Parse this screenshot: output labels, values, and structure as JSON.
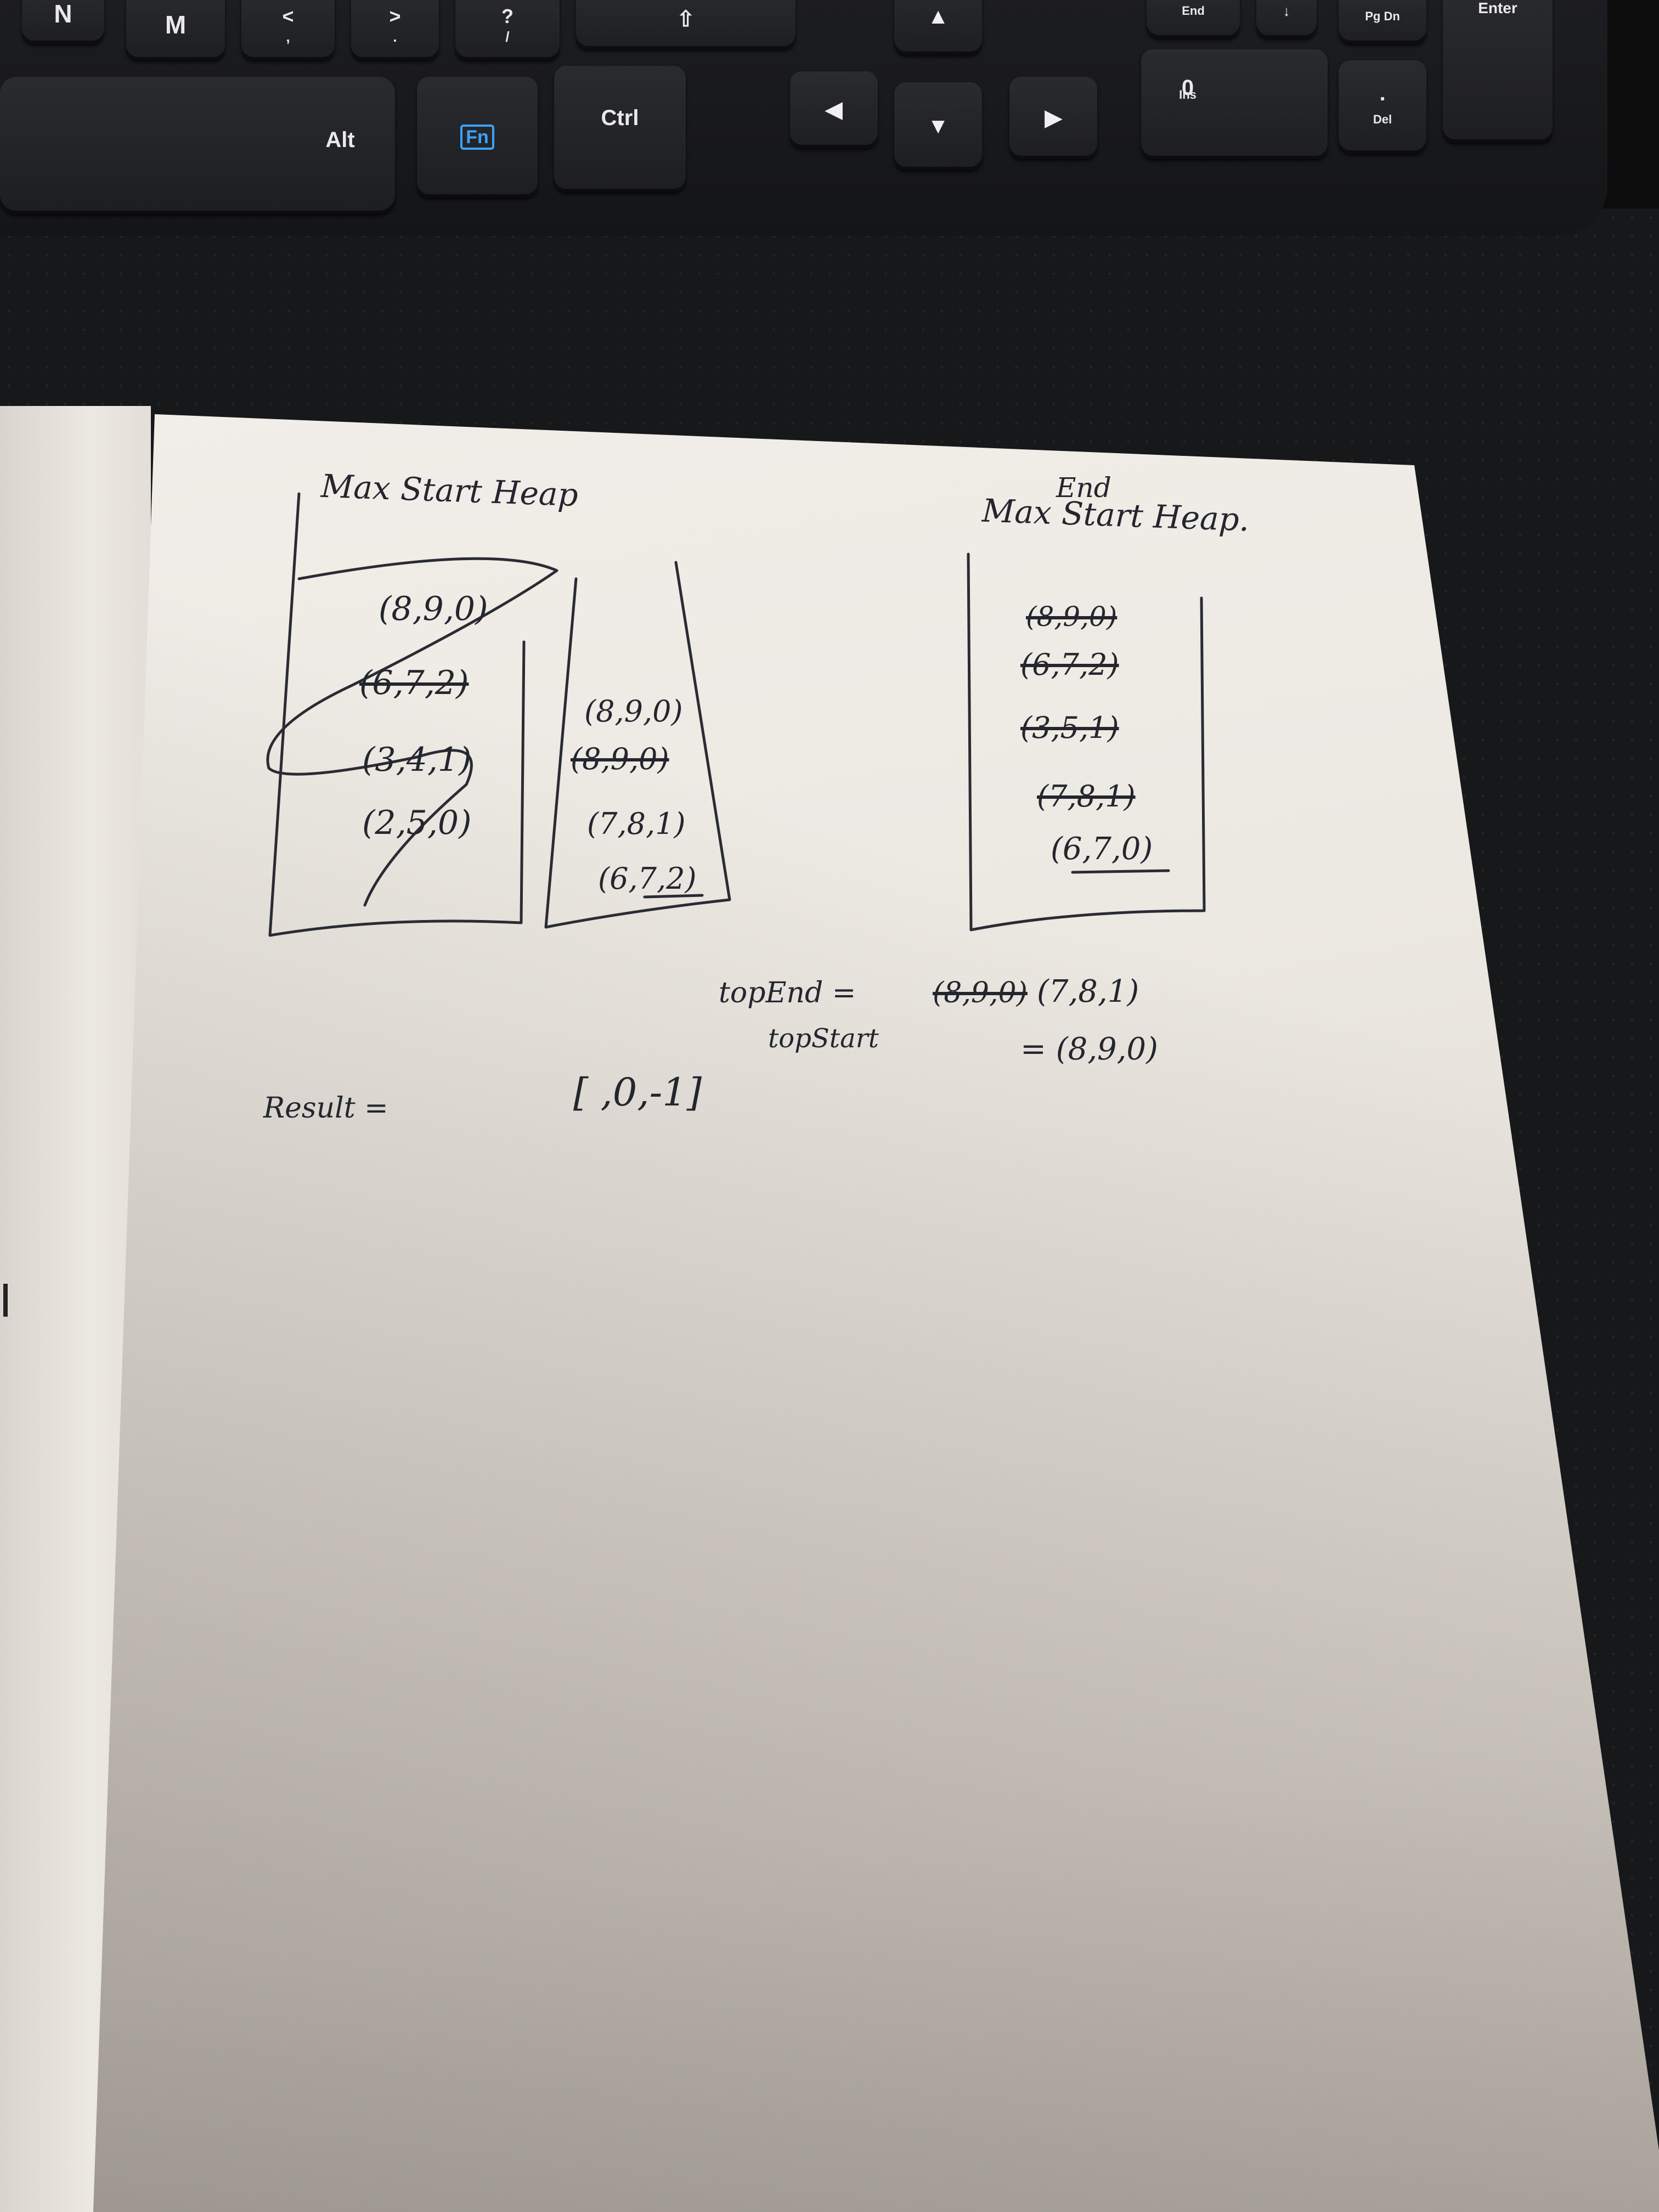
{
  "keyboard": {
    "row1": [
      "N",
      "M",
      "<",
      ">",
      "?",
      "⇧"
    ],
    "row1_sub": [
      ",",
      ".",
      "/"
    ],
    "row2": [
      "Alt",
      "Fn",
      "Ctrl"
    ],
    "nav": [
      "End",
      "0",
      "Ins",
      "Pg Dn",
      ".",
      "Del",
      "Enter"
    ]
  },
  "notes": {
    "title_left": "Max Start Heap",
    "title_right_insert": "End",
    "title_right": "Max Start Heap.",
    "start_heap": [
      "(8,9,0)",
      "(6,7,2)",
      "(3,4,1)",
      "(2,5,0)"
    ],
    "middle_heap": [
      "(8,9,0)",
      "(8,9,0)",
      "(7,8,1)",
      "(6,7,2)"
    ],
    "end_heap": [
      "(8,9,0)",
      "(6,7,2)",
      "(3,5,1)",
      "(7,8,1)",
      "(6,7,0)"
    ],
    "top_end_label": "topEnd =",
    "top_end_crossed": "(8,9,0)",
    "top_end_value": "(7,8,1)",
    "top_start_label": "topStart",
    "top_start_value": "= (8,9,0)",
    "result_label": "Result =",
    "result_value": "[ ,0,-1]"
  }
}
